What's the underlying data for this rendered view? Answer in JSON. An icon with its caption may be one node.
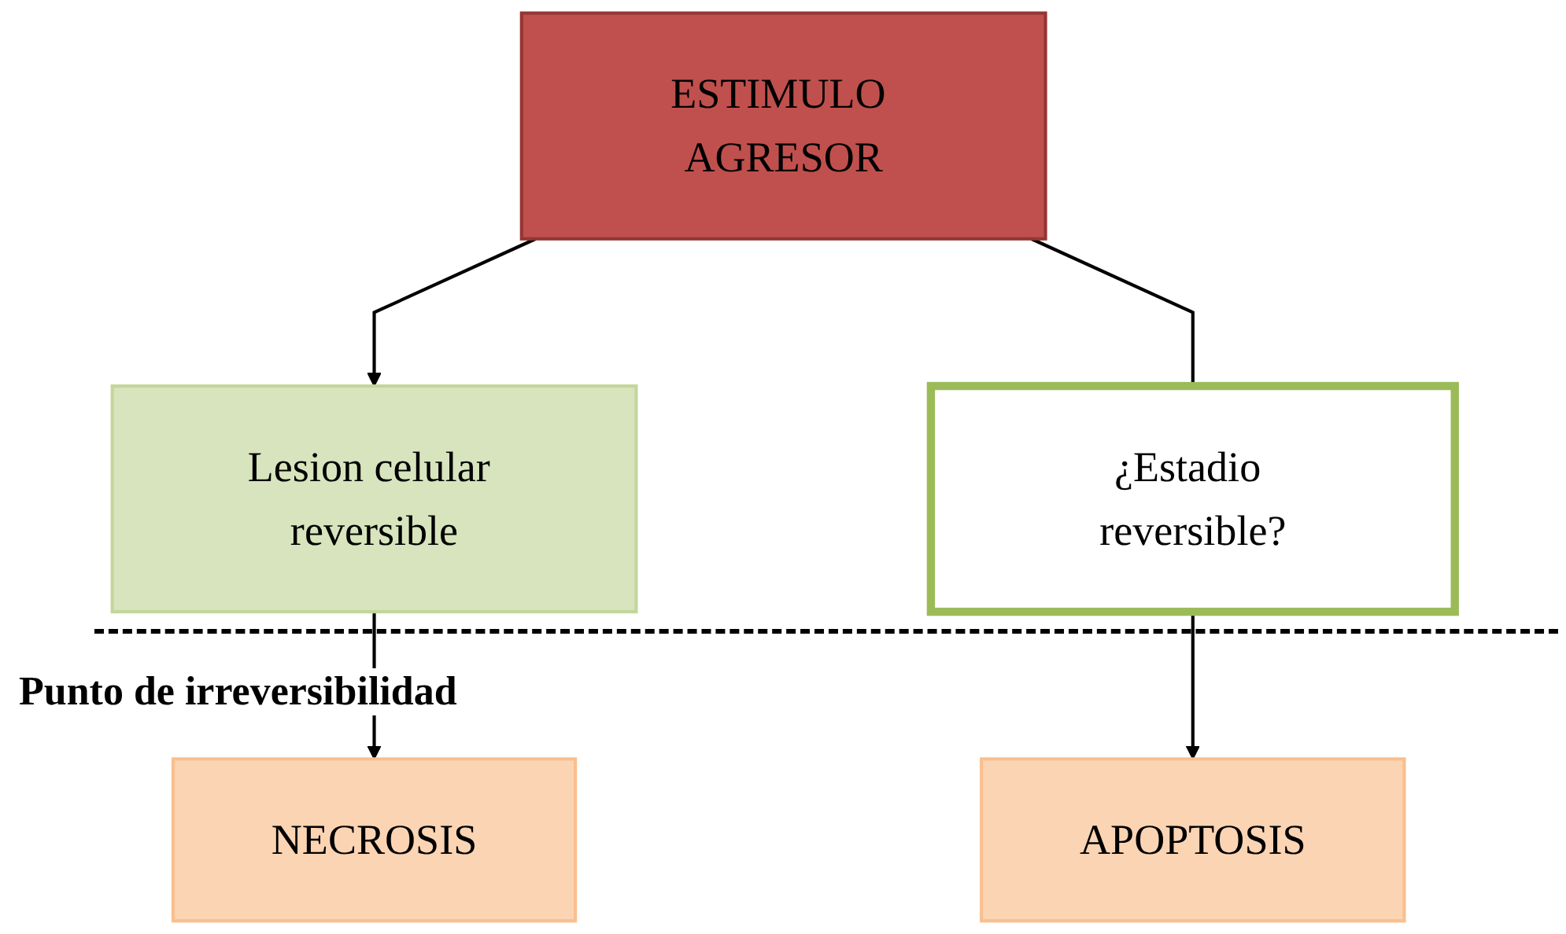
{
  "diagram": {
    "nodes": [
      {
        "text": [
          "ESTIMULO AGRESOR"
        ]
      },
      {
        "text": [
          "Lesion celular reversible"
        ]
      },
      {
        "text": [
          "¿Estadio reversible?"
        ]
      },
      {
        "text": [
          "NECROSIS"
        ]
      },
      {
        "text": [
          "APOPTOSIS"
        ]
      }
    ],
    "edges": [
      {
        "from": 0,
        "to": 1,
        "arrow": "to"
      },
      {
        "from": 0,
        "to": 2,
        "arrow": "none"
      },
      {
        "from": 1,
        "to": 3,
        "arrow": "to"
      },
      {
        "from": 2,
        "to": 4,
        "arrow": "to"
      }
    ],
    "labels": [
      "Punto de irreversibilidad"
    ]
  }
}
